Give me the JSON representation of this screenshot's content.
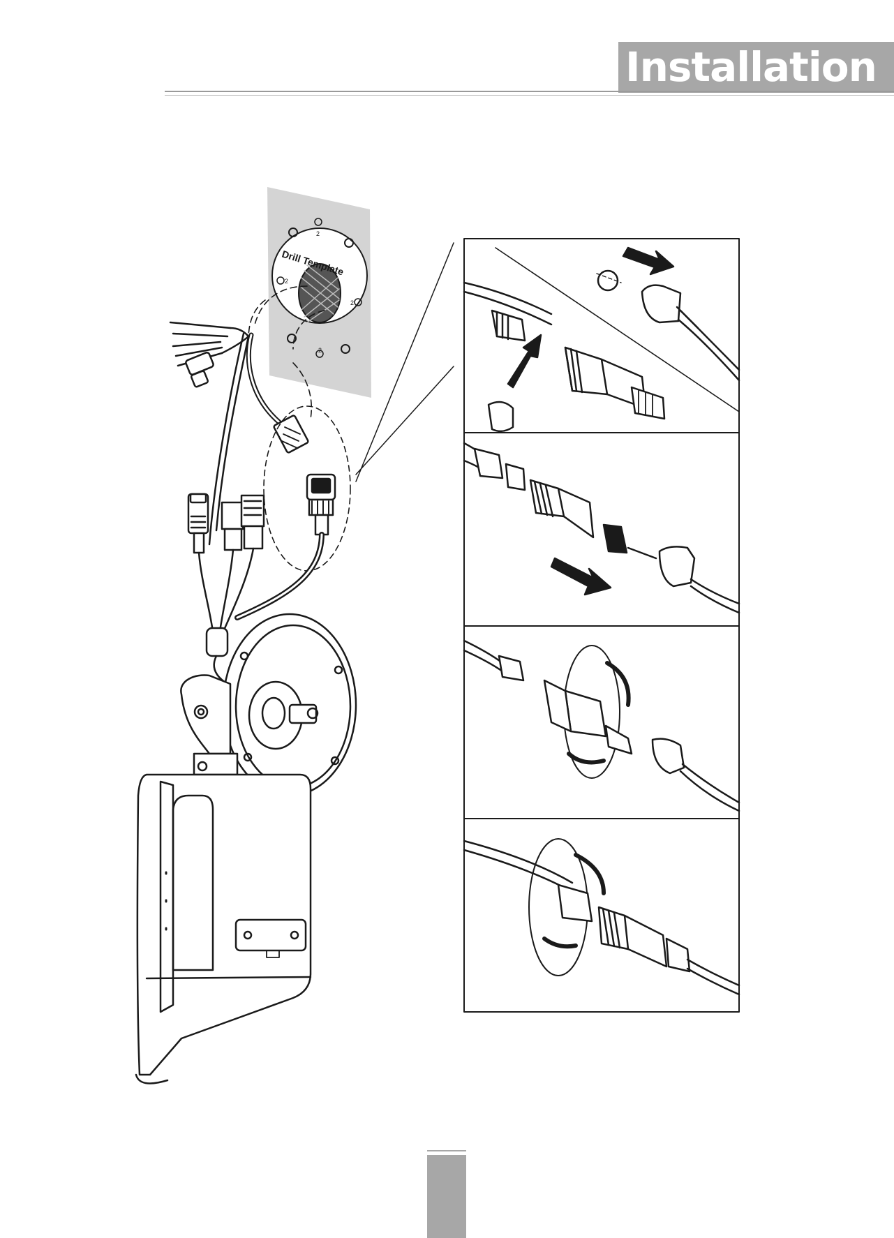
{
  "header": {
    "section_title": "Installation"
  },
  "figure": {
    "template_label": "Drill Template",
    "hole_marks": [
      "2",
      "2",
      "2",
      "2"
    ]
  }
}
